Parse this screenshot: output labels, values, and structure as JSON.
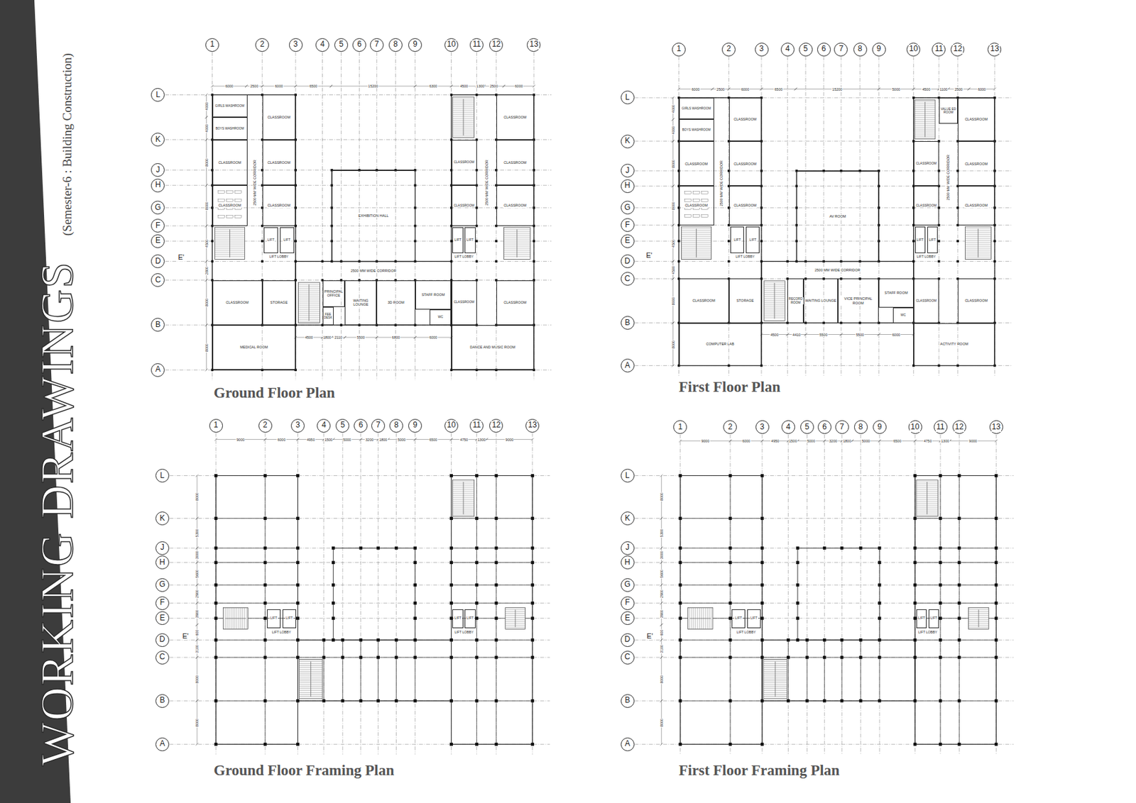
{
  "diagram": {
    "title": "WORKING DRAWINGS",
    "nodes": [
      {
        "text": [
          "1"
        ]
      },
      {
        "text": [
          "2"
        ]
      },
      {
        "text": [
          "3"
        ]
      },
      {
        "text": [
          "4"
        ]
      },
      {
        "text": [
          "5"
        ]
      },
      {
        "text": [
          "6"
        ]
      },
      {
        "text": [
          "7"
        ]
      },
      {
        "text": [
          "8"
        ]
      },
      {
        "text": [
          "9"
        ]
      },
      {
        "text": [
          "10"
        ]
      },
      {
        "text": [
          "11"
        ]
      },
      {
        "text": [
          "12"
        ]
      },
      {
        "text": [
          "13"
        ]
      },
      {
        "text": [
          "L"
        ]
      },
      {
        "text": [
          "K"
        ]
      },
      {
        "text": [
          "J"
        ]
      },
      {
        "text": [
          "H"
        ]
      },
      {
        "text": [
          "G"
        ]
      },
      {
        "text": [
          "F"
        ]
      },
      {
        "text": [
          "E"
        ]
      },
      {
        "text": [
          "D"
        ]
      },
      {
        "text": [
          "C"
        ]
      },
      {
        "text": [
          "B"
        ]
      },
      {
        "text": [
          "A"
        ]
      },
      {
        "text": [
          "GIRLS WASHROOM"
        ]
      },
      {
        "text": [
          "BOYS WASHROOM"
        ]
      },
      {
        "text": [
          "CLASSROOM"
        ]
      },
      {
        "text": [
          "2500 MM WIDE CORRIDOR"
        ]
      },
      {
        "text": [
          "CLASSROOM"
        ]
      },
      {
        "text": [
          "CLASSROOM"
        ]
      },
      {
        "text": [
          "CLASSROOM"
        ]
      },
      {
        "text": [
          "CLASSROOM"
        ]
      },
      {
        "text": [
          "LIFT"
        ]
      },
      {
        "text": [
          "LIFT"
        ]
      },
      {
        "text": [
          "LIFT LOBBY"
        ]
      },
      {
        "text": [
          "EXHIBITION HALL"
        ]
      },
      {
        "text": [
          "2500 MM WIDE CORRIDOR"
        ]
      },
      {
        "text": [
          "2500 MM WIDE CORRIDOR"
        ]
      },
      {
        "text": [
          "CLASSROOM"
        ]
      },
      {
        "text": [
          "CLASSROOM"
        ]
      },
      {
        "text": [
          "CLASSROOM"
        ]
      },
      {
        "text": [
          "CLASSROOM"
        ]
      },
      {
        "text": [
          "CLASSROOM"
        ]
      },
      {
        "text": [
          "LIFT"
        ]
      },
      {
        "text": [
          "LIFT"
        ]
      },
      {
        "text": [
          "LIFT LOBBY"
        ]
      },
      {
        "text": [
          "CLASSROOM"
        ]
      },
      {
        "text": [
          "STORAGE"
        ]
      },
      {
        "text": [
          "PRINCIPAL OFFICE"
        ]
      },
      {
        "text": [
          "FEE DESK"
        ]
      },
      {
        "text": [
          "WAITING LOUNGE"
        ]
      },
      {
        "text": [
          "3D ROOM"
        ]
      },
      {
        "text": [
          "STAFF ROOM"
        ]
      },
      {
        "text": [
          "WC"
        ]
      },
      {
        "text": [
          "CLASSROOM"
        ]
      },
      {
        "text": [
          "CLASSROOM"
        ]
      },
      {
        "text": [
          "MEDICAL ROOM"
        ]
      },
      {
        "text": [
          "DANCE AND MUSIC ROOM"
        ]
      },
      {
        "text": [
          "1"
        ]
      },
      {
        "text": [
          "2"
        ]
      },
      {
        "text": [
          "3"
        ]
      },
      {
        "text": [
          "4"
        ]
      },
      {
        "text": [
          "5"
        ]
      },
      {
        "text": [
          "6"
        ]
      },
      {
        "text": [
          "7"
        ]
      },
      {
        "text": [
          "8"
        ]
      },
      {
        "text": [
          "9"
        ]
      },
      {
        "text": [
          "10"
        ]
      },
      {
        "text": [
          "11"
        ]
      },
      {
        "text": [
          "12"
        ]
      },
      {
        "text": [
          "13"
        ]
      },
      {
        "text": [
          "L"
        ]
      },
      {
        "text": [
          "K"
        ]
      },
      {
        "text": [
          "J"
        ]
      },
      {
        "text": [
          "H"
        ]
      },
      {
        "text": [
          "G"
        ]
      },
      {
        "text": [
          "F"
        ]
      },
      {
        "text": [
          "E"
        ]
      },
      {
        "text": [
          "D"
        ]
      },
      {
        "text": [
          "C"
        ]
      },
      {
        "text": [
          "B"
        ]
      },
      {
        "text": [
          "A"
        ]
      },
      {
        "text": [
          "GIRLS WASHROOM"
        ]
      },
      {
        "text": [
          "BOYS WASHROOM"
        ]
      },
      {
        "text": [
          "CLASSROOM"
        ]
      },
      {
        "text": [
          "2500 MM WIDE CORRIDOR"
        ]
      },
      {
        "text": [
          "CLASSROOM"
        ]
      },
      {
        "text": [
          "CLASSROOM"
        ]
      },
      {
        "text": [
          "CLASSROOM"
        ]
      },
      {
        "text": [
          "CLASSROOM"
        ]
      },
      {
        "text": [
          "LIFT"
        ]
      },
      {
        "text": [
          "LIFT"
        ]
      },
      {
        "text": [
          "LIFT LOBBY"
        ]
      },
      {
        "text": [
          "AV ROOM"
        ]
      },
      {
        "text": [
          "2500 MM WIDE CORRIDOR"
        ]
      },
      {
        "text": [
          "VALUE ED ROOM"
        ]
      },
      {
        "text": [
          "2500 MM WIDE CORRIDOR"
        ]
      },
      {
        "text": [
          "CLASSROOM"
        ]
      },
      {
        "text": [
          "CLASSROOM"
        ]
      },
      {
        "text": [
          "CLASSROOM"
        ]
      },
      {
        "text": [
          "CLASSROOM"
        ]
      },
      {
        "text": [
          "CLASSROOM"
        ]
      },
      {
        "text": [
          "LIFT"
        ]
      },
      {
        "text": [
          "LIFT"
        ]
      },
      {
        "text": [
          "LIFT LOBBY"
        ]
      },
      {
        "text": [
          "CLASSROOM"
        ]
      },
      {
        "text": [
          "STORAGE"
        ]
      },
      {
        "text": [
          "RECORD ROOM"
        ]
      },
      {
        "text": [
          "WAITING LOUNGE"
        ]
      },
      {
        "text": [
          "VICE PRINCIPAL ROOM"
        ]
      },
      {
        "text": [
          "STAFF ROOM"
        ]
      },
      {
        "text": [
          "WC"
        ]
      },
      {
        "text": [
          "CLASSROOM"
        ]
      },
      {
        "text": [
          "CLASSROOM"
        ]
      },
      {
        "text": [
          "COMPUTER LAB"
        ]
      },
      {
        "text": [
          "ACTIVITY ROOM"
        ]
      },
      {
        "text": [
          "1"
        ]
      },
      {
        "text": [
          "2"
        ]
      },
      {
        "text": [
          "3"
        ]
      },
      {
        "text": [
          "4"
        ]
      },
      {
        "text": [
          "5"
        ]
      },
      {
        "text": [
          "6"
        ]
      },
      {
        "text": [
          "7"
        ]
      },
      {
        "text": [
          "8"
        ]
      },
      {
        "text": [
          "9"
        ]
      },
      {
        "text": [
          "10"
        ]
      },
      {
        "text": [
          "11"
        ]
      },
      {
        "text": [
          "12"
        ]
      },
      {
        "text": [
          "13"
        ]
      },
      {
        "text": [
          "L"
        ]
      },
      {
        "text": [
          "K"
        ]
      },
      {
        "text": [
          "J"
        ]
      },
      {
        "text": [
          "H"
        ]
      },
      {
        "text": [
          "G"
        ]
      },
      {
        "text": [
          "F"
        ]
      },
      {
        "text": [
          "E"
        ]
      },
      {
        "text": [
          "D"
        ]
      },
      {
        "text": [
          "C"
        ]
      },
      {
        "text": [
          "B"
        ]
      },
      {
        "text": [
          "A"
        ]
      },
      {
        "text": [
          "LIFT"
        ]
      },
      {
        "text": [
          "LIFT"
        ]
      },
      {
        "text": [
          "LIFT LOBBY"
        ]
      },
      {
        "text": [
          "LIFT"
        ]
      },
      {
        "text": [
          "LIFT"
        ]
      },
      {
        "text": [
          "LIFT LOBBY"
        ]
      },
      {
        "text": [
          "1"
        ]
      },
      {
        "text": [
          "2"
        ]
      },
      {
        "text": [
          "3"
        ]
      },
      {
        "text": [
          "4"
        ]
      },
      {
        "text": [
          "5"
        ]
      },
      {
        "text": [
          "6"
        ]
      },
      {
        "text": [
          "7"
        ]
      },
      {
        "text": [
          "8"
        ]
      },
      {
        "text": [
          "9"
        ]
      },
      {
        "text": [
          "10"
        ]
      },
      {
        "text": [
          "11"
        ]
      },
      {
        "text": [
          "12"
        ]
      },
      {
        "text": [
          "13"
        ]
      },
      {
        "text": [
          "L"
        ]
      },
      {
        "text": [
          "K"
        ]
      },
      {
        "text": [
          "J"
        ]
      },
      {
        "text": [
          "H"
        ]
      },
      {
        "text": [
          "G"
        ]
      },
      {
        "text": [
          "F"
        ]
      },
      {
        "text": [
          "E"
        ]
      },
      {
        "text": [
          "D"
        ]
      },
      {
        "text": [
          "C"
        ]
      },
      {
        "text": [
          "B"
        ]
      },
      {
        "text": [
          "A"
        ]
      },
      {
        "text": [
          "LIFT"
        ]
      },
      {
        "text": [
          "LIFT"
        ]
      },
      {
        "text": [
          "LIFT LOBBY"
        ]
      },
      {
        "text": [
          "LIFT"
        ]
      },
      {
        "text": [
          "LIFT"
        ]
      },
      {
        "text": [
          "LIFT LOBBY"
        ]
      }
    ],
    "labels": [
      "(Semester-6 : Building Construction)",
      "Ground Floor Plan",
      "First Floor Plan",
      "Ground Floor Framing Plan",
      "First Floor Framing Plan",
      "E'",
      "6000",
      "2500",
      "6000",
      "6500",
      "15200",
      "6300",
      "4500",
      "1300",
      "2500",
      "6000",
      "4000",
      "4000",
      "8000",
      "8000",
      "4500",
      "2800",
      "8000",
      "8000",
      "4500",
      "1800",
      "2110",
      "5500",
      "6800",
      "6000",
      "E'",
      "6000",
      "2500",
      "6000",
      "6500",
      "15200",
      "5000",
      "4500",
      "1100",
      "2500",
      "6000",
      "4000",
      "4000",
      "8000",
      "8000",
      "4500",
      "4500",
      "8000",
      "8000",
      "4500",
      "4410",
      "5500",
      "5500",
      "6000",
      "E'",
      "9000",
      "6000",
      "4950",
      "1500",
      "5000",
      "3200",
      "1800",
      "5000",
      "6500",
      "4750",
      "1300",
      "9000",
      "8000",
      "5300",
      "3000",
      "5600",
      "2900",
      "3900",
      "600",
      "3100",
      "8000",
      "8000",
      "E'",
      "9000",
      "6000",
      "4950",
      "1500",
      "5000",
      "3200",
      "1800",
      "5000",
      "6500",
      "4750",
      "1300",
      "9000",
      "8000",
      "5300",
      "3000",
      "5600",
      "2900",
      "3900",
      "600",
      "3100",
      "8000",
      "8000"
    ]
  }
}
